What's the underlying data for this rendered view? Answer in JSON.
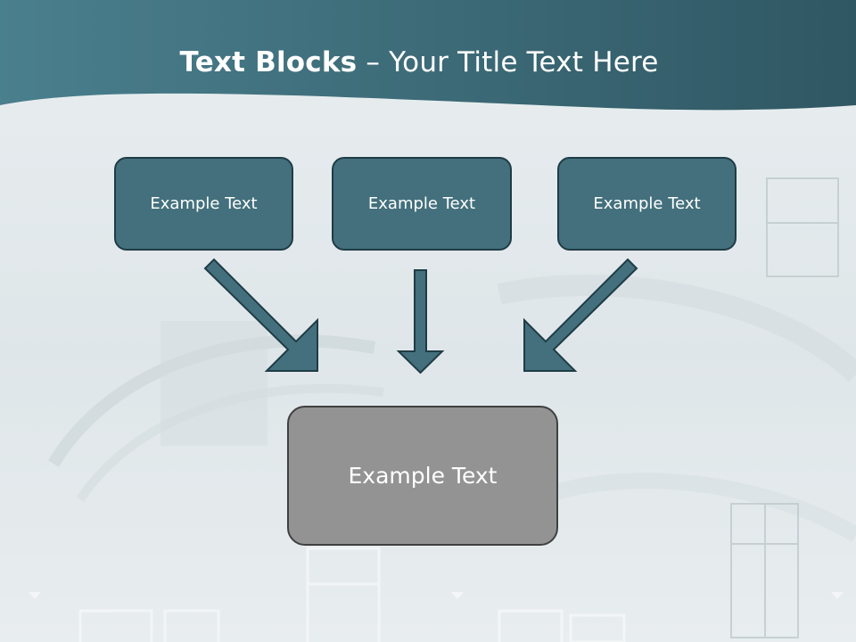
{
  "title": {
    "bold": "Text Blocks",
    "separator": " – ",
    "rest": "Your Title Text Here"
  },
  "boxes": {
    "top_left": "Example Text",
    "top_center": "Example Text",
    "top_right": "Example Text",
    "bottom": "Example Text"
  },
  "colors": {
    "header": "#3e6c78",
    "box_fill": "#43707c",
    "bottom_box_fill": "#939393",
    "arrow": "#43707c"
  }
}
